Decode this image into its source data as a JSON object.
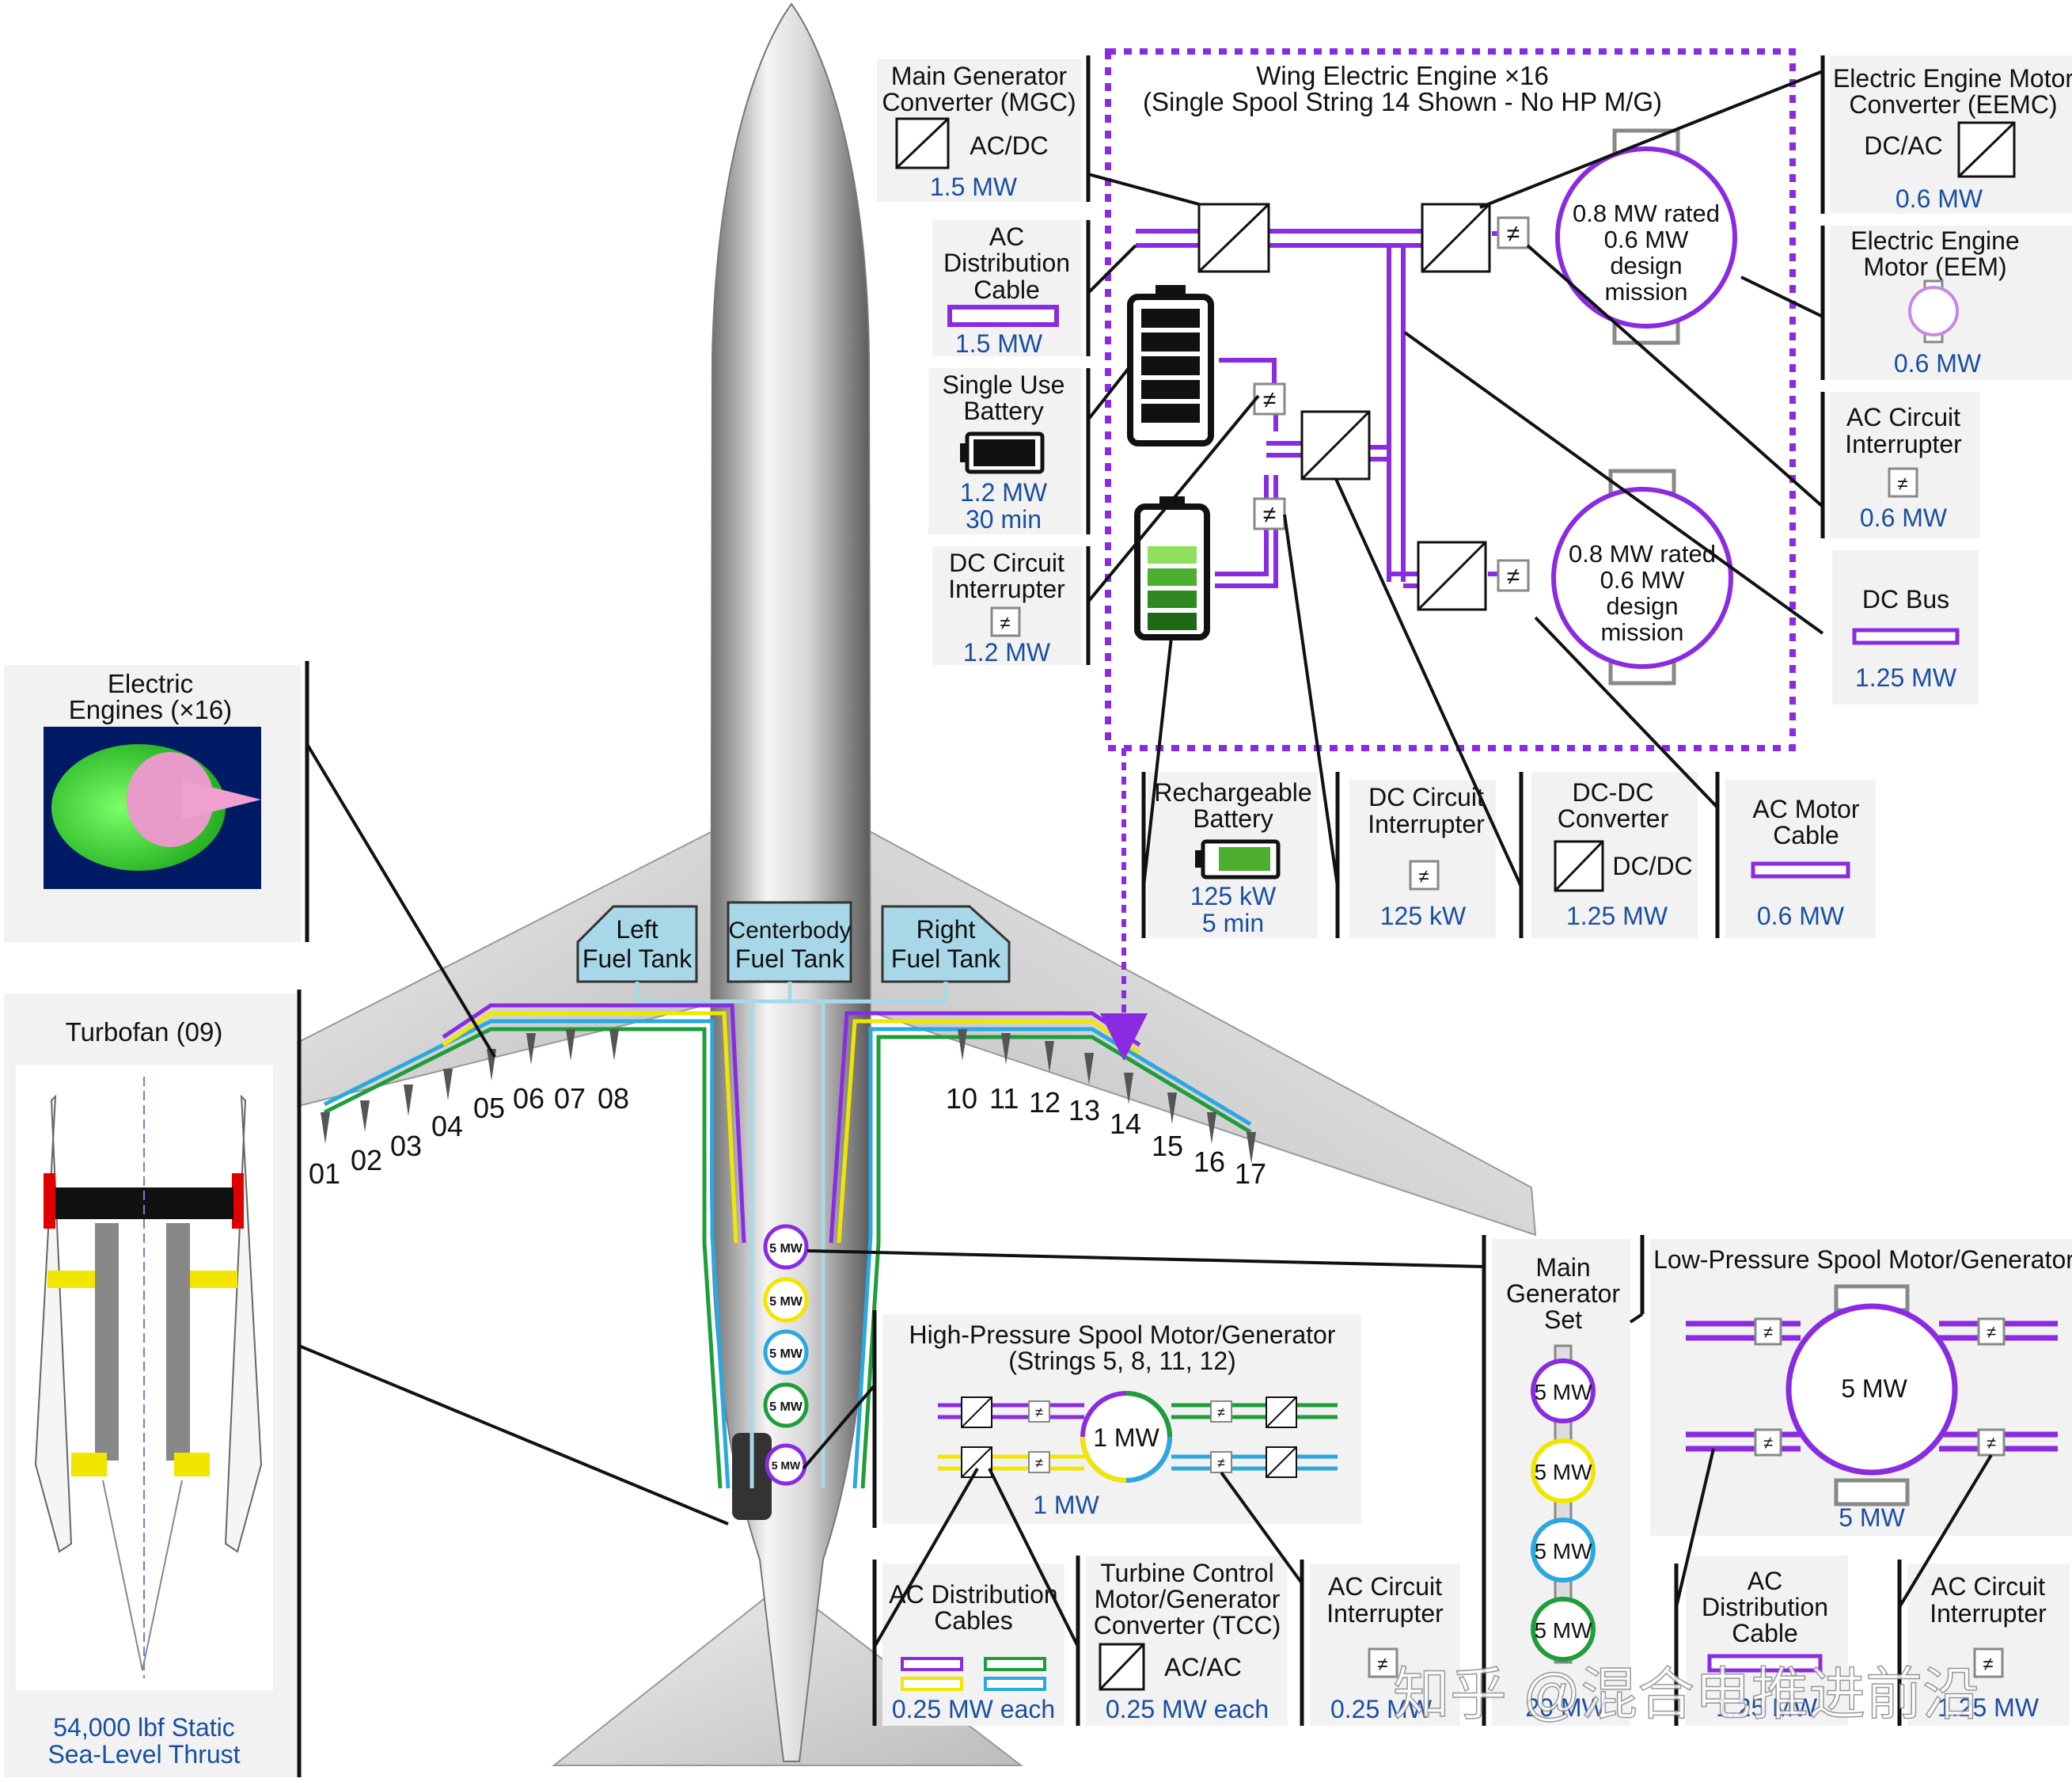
{
  "colors": {
    "purple": "#8a2be2",
    "yellow": "#f2e600",
    "cyan": "#2aa8e0",
    "green": "#1e9e3a",
    "blue_text": "#1a4fa0",
    "tank_fill": "#a8d8e8",
    "panel_bg": "#f2f2f2"
  },
  "wing_engine": {
    "title_line1": "Wing Electric Engine ×16",
    "title_line2": "(Single Spool String 14 Shown - No HP M/G)",
    "motor_top": [
      "0.8 MW rated",
      "0.6 MW",
      "design",
      "mission"
    ],
    "motor_bottom": [
      "0.8 MW rated",
      "0.6 MW",
      "design",
      "mission"
    ]
  },
  "legend_left": {
    "mgc": {
      "line1": "Main Generator",
      "line2": "Converter (MGC)",
      "type": "AC/DC",
      "value": "1.5 MW"
    },
    "ac_cable": {
      "line1": "AC",
      "line2": "Distribution",
      "line3": "Cable",
      "value": "1.5 MW"
    },
    "single_battery": {
      "line1": "Single Use",
      "line2": "Battery",
      "value1": "1.2 MW",
      "value2": "30 min"
    },
    "dc_interrupter": {
      "line1": "DC Circuit",
      "line2": "Interrupter",
      "value": "1.2 MW"
    }
  },
  "legend_right": {
    "eemc": {
      "line1": "Electric Engine Motor",
      "line2": "Converter (EEMC)",
      "type": "DC/AC",
      "value": "0.6 MW"
    },
    "eem": {
      "line1": "Electric Engine",
      "line2": "Motor (EEM)",
      "value": "0.6 MW"
    },
    "ac_interrupter": {
      "line1": "AC Circuit",
      "line2": "Interrupter",
      "value": "0.6 MW"
    },
    "dc_bus": {
      "line1": "DC Bus",
      "value": "1.25 MW"
    }
  },
  "legend_bottom": {
    "rech_battery": {
      "line1": "Rechargeable",
      "line2": "Battery",
      "value1": "125 kW",
      "value2": "5 min"
    },
    "dc_interrupter2": {
      "line1": "DC Circuit",
      "line2": "Interrupter",
      "value": "125 kW"
    },
    "dcdc": {
      "line1": "DC-DC",
      "line2": "Converter",
      "type": "DC/DC",
      "value": "1.25 MW"
    },
    "ac_motor_cable": {
      "line1": "AC Motor",
      "line2": "Cable",
      "value": "0.6 MW"
    }
  },
  "electric_engines": {
    "line1": "Electric",
    "line2": "Engines (×16)"
  },
  "turbofan": {
    "title": "Turbofan (09)",
    "thrust1": "54,000 lbf Static",
    "thrust2": "Sea-Level Thrust"
  },
  "tanks": {
    "left": [
      "Left",
      "Fuel Tank"
    ],
    "center": [
      "Centerbody",
      "Fuel Tank"
    ],
    "right": [
      "Right",
      "Fuel Tank"
    ]
  },
  "engine_numbers_left": [
    "01",
    "02",
    "03",
    "04",
    "05",
    "06",
    "07",
    "08"
  ],
  "engine_numbers_right": [
    "10",
    "11",
    "12",
    "13",
    "14",
    "15",
    "16",
    "17"
  ],
  "fuselage_gens": [
    "5 MW",
    "5 MW",
    "5 MW",
    "5 MW",
    "5 MW"
  ],
  "hp_spool": {
    "line1": "High-Pressure Spool Motor/Generator",
    "line2": "(Strings 5, 8, 11, 12)",
    "motor": "1 MW",
    "value": "1 MW"
  },
  "main_gen_set": {
    "line1": "Main",
    "line2": "Generator",
    "line3": "Set",
    "gens": [
      "5 MW",
      "5 MW",
      "5 MW",
      "5 MW"
    ],
    "value": "20 MW"
  },
  "lp_spool": {
    "title": "Low-Pressure Spool Motor/Generator",
    "motor": "5 MW",
    "value": "5 MW"
  },
  "bottom_boxes": {
    "ac_cables": {
      "line1": "AC Distribution",
      "line2": "Cables",
      "value": "0.25 MW each"
    },
    "tcc": {
      "line1": "Turbine Control",
      "line2": "Motor/Generator",
      "line3": "Converter (TCC)",
      "type": "AC/AC",
      "value": "0.25 MW each"
    },
    "ac_int": {
      "line1": "AC Circuit",
      "line2": "Interrupter",
      "value": "0.25 MW"
    },
    "ac_dist": {
      "line1": "AC",
      "line2": "Distribution",
      "line3": "Cable",
      "value": "1.25 MW"
    },
    "ac_int2": {
      "line1": "AC Circuit",
      "line2": "Interrupter",
      "value": "1.25 MW"
    }
  },
  "watermark": "知乎 @混合电推进前沿"
}
